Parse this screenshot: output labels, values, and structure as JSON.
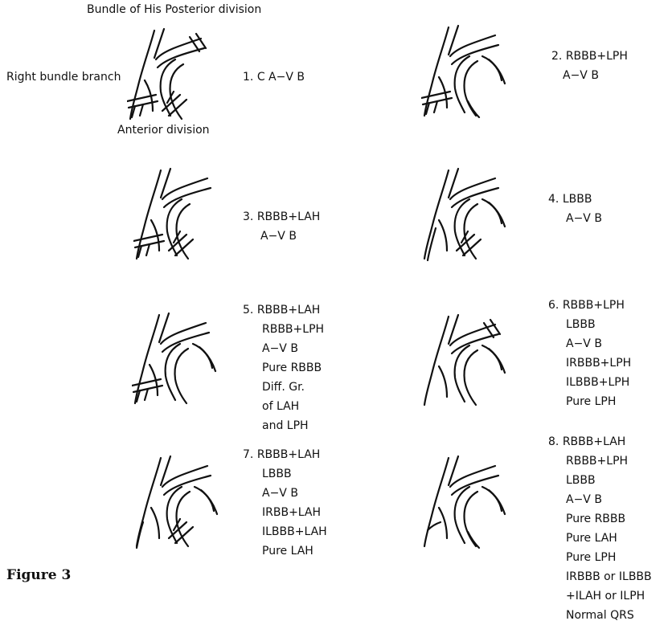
{
  "labels": {
    "bundle_of_his": "Bundle of His",
    "posterior_division": "Posterior division",
    "right_bundle_branch": "Right bundle branch",
    "anterior_division": "Anterior division"
  },
  "panels": [
    {
      "number": "1.",
      "lines": [
        "C A−V B"
      ]
    },
    {
      "number": "2.",
      "lines": [
        "RBBB+LPH",
        "A−V B"
      ]
    },
    {
      "number": "3.",
      "lines": [
        "RBBB+LAH",
        "A−V B"
      ]
    },
    {
      "number": "4.",
      "lines": [
        "LBBB",
        "A−V B"
      ]
    },
    {
      "number": "5.",
      "lines": [
        "RBBB+LAH",
        "RBBB+LPH",
        "A−V B",
        "Pure RBBB",
        "Diff. Gr.",
        "of LAH",
        "and LPH"
      ]
    },
    {
      "number": "6.",
      "lines": [
        "RBBB+LPH",
        "LBBB",
        "A−V B",
        "IRBBB+LPH",
        "ILBBB+LPH",
        "Pure LPH"
      ]
    },
    {
      "number": "7.",
      "lines": [
        "RBBB+LAH",
        "LBBB",
        "A−V B",
        "IRBB+LAH",
        "ILBBB+LAH",
        "Pure LAH"
      ]
    },
    {
      "number": "8.",
      "lines": [
        "RBBB+LAH",
        "RBBB+LPH",
        "LBBB",
        "A−V B",
        "Pure RBBB",
        "Pure LAH",
        "Pure LPH",
        "IRBBB or ILBBB",
        "+ILAH or ILPH",
        "Normal QRS"
      ]
    }
  ],
  "caption": "Figure 3"
}
